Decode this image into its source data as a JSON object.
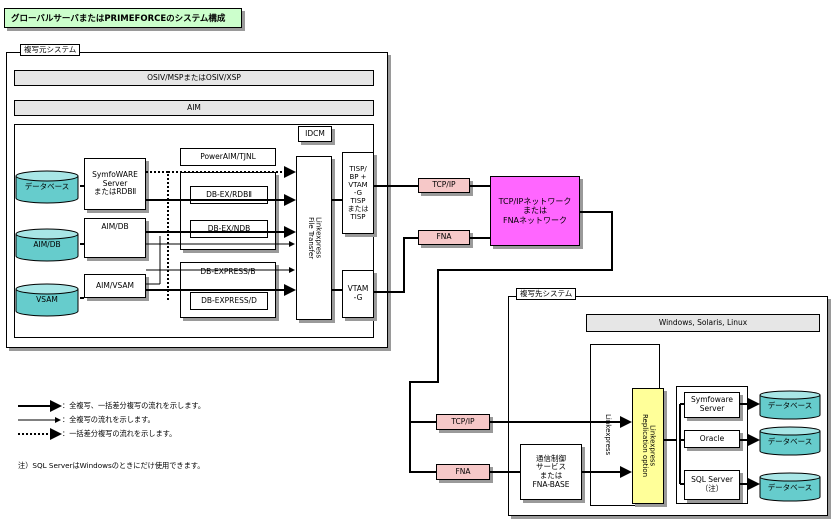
{
  "title": "グローバルサーバまたはPRIMEFORCEのシステム構成",
  "source_system": {
    "label": "複写元システム",
    "os_bar": "OSIV/MSPまたはOSIV/XSP",
    "aim_bar": "AIM",
    "idcm": "IDCM",
    "databases": [
      "データベース",
      "AIM/DB",
      "VSAM"
    ],
    "symfoware": "SymfoWARE\nServer\nまたはRDBⅡ",
    "aim_db_box": "AIM/DB",
    "aim_vsam_box": "AIM/VSAM",
    "powerAIM": "PowerAIM/TJNL",
    "db_ex_rdb": "DB-EX/RDBⅡ",
    "db_ex_ndb": "DB-EX/NDB",
    "db_express_b": "DB-EXPRESS/B",
    "db_express_d": "DB-EXPRESS/D",
    "linkexpress_ft": "Linkexpress\nFile Transfer",
    "tisp": "TISP/\nBP +\nVTAM\n-G\nTISP\nまたは\nTISP",
    "vtam": "VTAM\n-G"
  },
  "network": {
    "tcpip": "TCP/IP",
    "fna": "FNA",
    "net_box": "TCP/IPネットワーク\nまたは\nFNAネットワーク"
  },
  "target_system": {
    "label": "複写先システム",
    "os_bar": "Windows, Solaris, Linux",
    "tcpip": "TCP/IP",
    "fna": "FNA",
    "comm": "通信制御\nサービス\nまたは\nFNA-BASE",
    "linkexpress": "Linkexpress",
    "replication": "Linkexpress\nReplication option",
    "db_servers": [
      "Symfoware\nServer",
      "Oracle",
      "SQL Server\n（注）"
    ],
    "databases": [
      "データベース",
      "データベース",
      "データベース"
    ]
  },
  "legend": {
    "items": [
      "：全複写、一括差分複写の流れを示します。",
      "：全複写の流れを示します。",
      "：一括差分複写の流れを示します。"
    ],
    "note": "注）SQL ServerはWindowsのときにだけ使用できます。"
  }
}
